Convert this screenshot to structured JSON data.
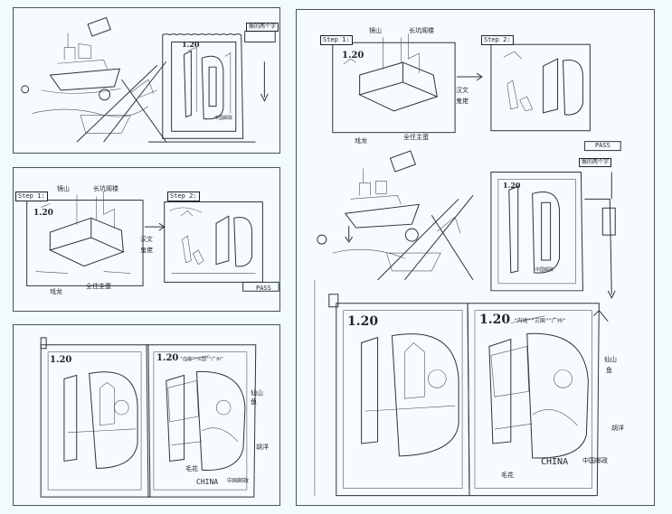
{
  "panels": {
    "p1": {
      "price": "1.20",
      "big_numeral": "10",
      "tag_top": "猴的两个字",
      "stamp_strip": "中国邮政"
    },
    "p2": {
      "step1": "Step 1:",
      "step2": "Step 2:",
      "price": "1.20",
      "big_numeral": "10",
      "note_left": "镜山",
      "note_mid": "长坑阁楼",
      "note_right1": "汉文",
      "note_right2": "鬼佬",
      "note_bottom1": "戏龙",
      "note_bottom2": "全住主蛋",
      "pass": "PASS"
    },
    "p3": {
      "price_left": "1.20",
      "price_right": "1.20",
      "header_right": "\"内地\"\"三国\"\"广州\"",
      "china": "CHINA",
      "post": "中国邮政",
      "note_right": "仙山",
      "note_right2": "鱼",
      "note_right3": "胡洋",
      "note_bottom": "毛花"
    },
    "p4": {
      "step1": "Step 1:",
      "step2": "Step 2:",
      "price": "1.20",
      "big_numeral": "10",
      "note_top1": "镜山",
      "note_top2": "长坑阁楼",
      "note_r1": "汉文",
      "note_r2": "鬼佬",
      "note_b1": "戏龙",
      "note_b2": "全住主蛋",
      "pass": "PASS",
      "tag": "猴的两个字",
      "stamp_strip": "中国邮政",
      "price2": "1.20",
      "price_left": "1.20",
      "price_right": "1.20",
      "header_right": "\"内地\"\"三国\"\"广州\"",
      "china": "CHINA",
      "post": "中国邮政",
      "note_right": "仙山",
      "note_right2": "鱼",
      "note_right3": "胡洋",
      "note_bottom": "毛花"
    }
  }
}
